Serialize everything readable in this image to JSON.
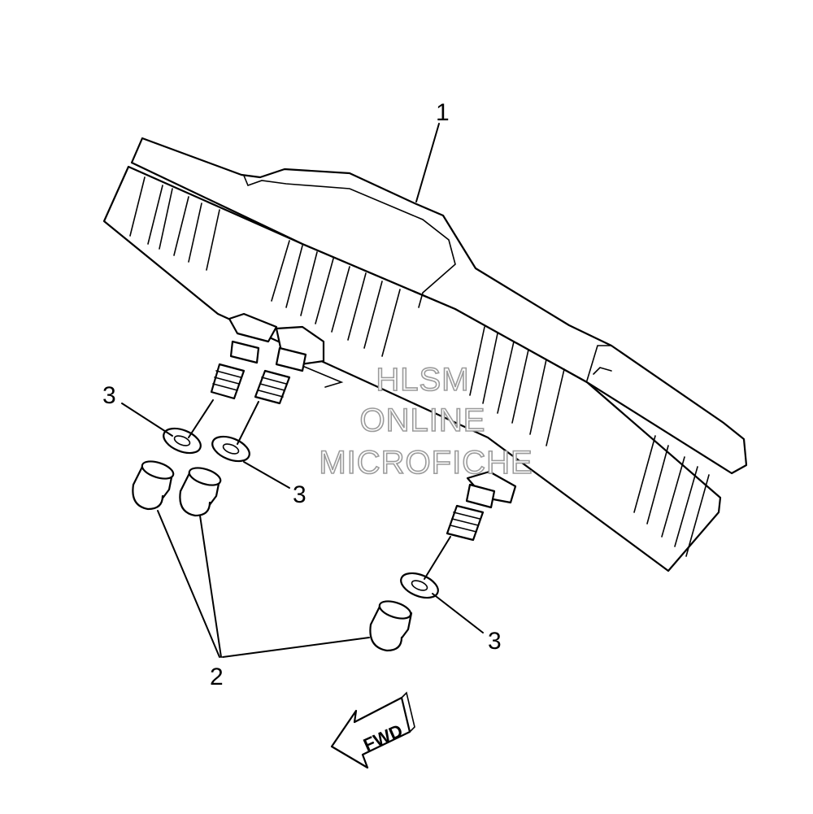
{
  "callouts": {
    "meter_assembly": "1",
    "nut": "2",
    "washer_left": "3",
    "washer_center": "3",
    "washer_right": "3"
  },
  "direction_arrow": {
    "label": "FWD"
  },
  "watermark": {
    "line1": "HLSM",
    "line2": "ONLINE",
    "line3": "MICROFICHE"
  },
  "colors": {
    "line": "#000000",
    "background": "#ffffff",
    "watermark": "#9a9a9a"
  }
}
